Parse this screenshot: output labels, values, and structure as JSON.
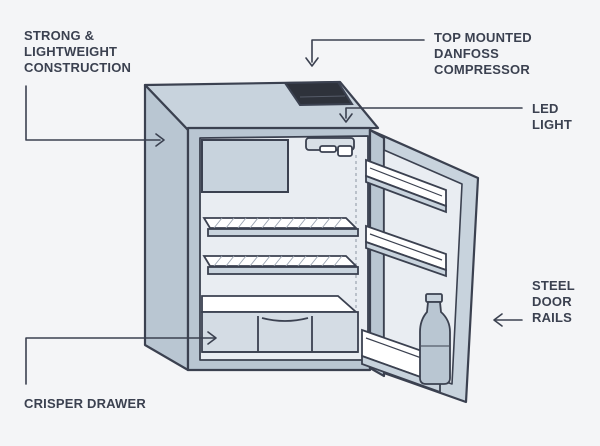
{
  "labels": {
    "construction": [
      "STRONG &",
      "LIGHTWEIGHT",
      "CONSTRUCTION"
    ],
    "compressor": [
      "TOP MOUNTED",
      "DANFOSS",
      "COMPRESSOR"
    ],
    "led": [
      "LED",
      "LIGHT"
    ],
    "rails": [
      "STEEL",
      "DOOR",
      "RAILS"
    ],
    "crisper": [
      "CRISPER DRAWER"
    ]
  },
  "colors": {
    "background": "#f4f5f7",
    "outline": "#3b4150",
    "body_fill": "#b9c6d2",
    "interior_fill": "#e9edf2",
    "compressor_fill": "#2e323b",
    "label_text": "#3b4150"
  }
}
